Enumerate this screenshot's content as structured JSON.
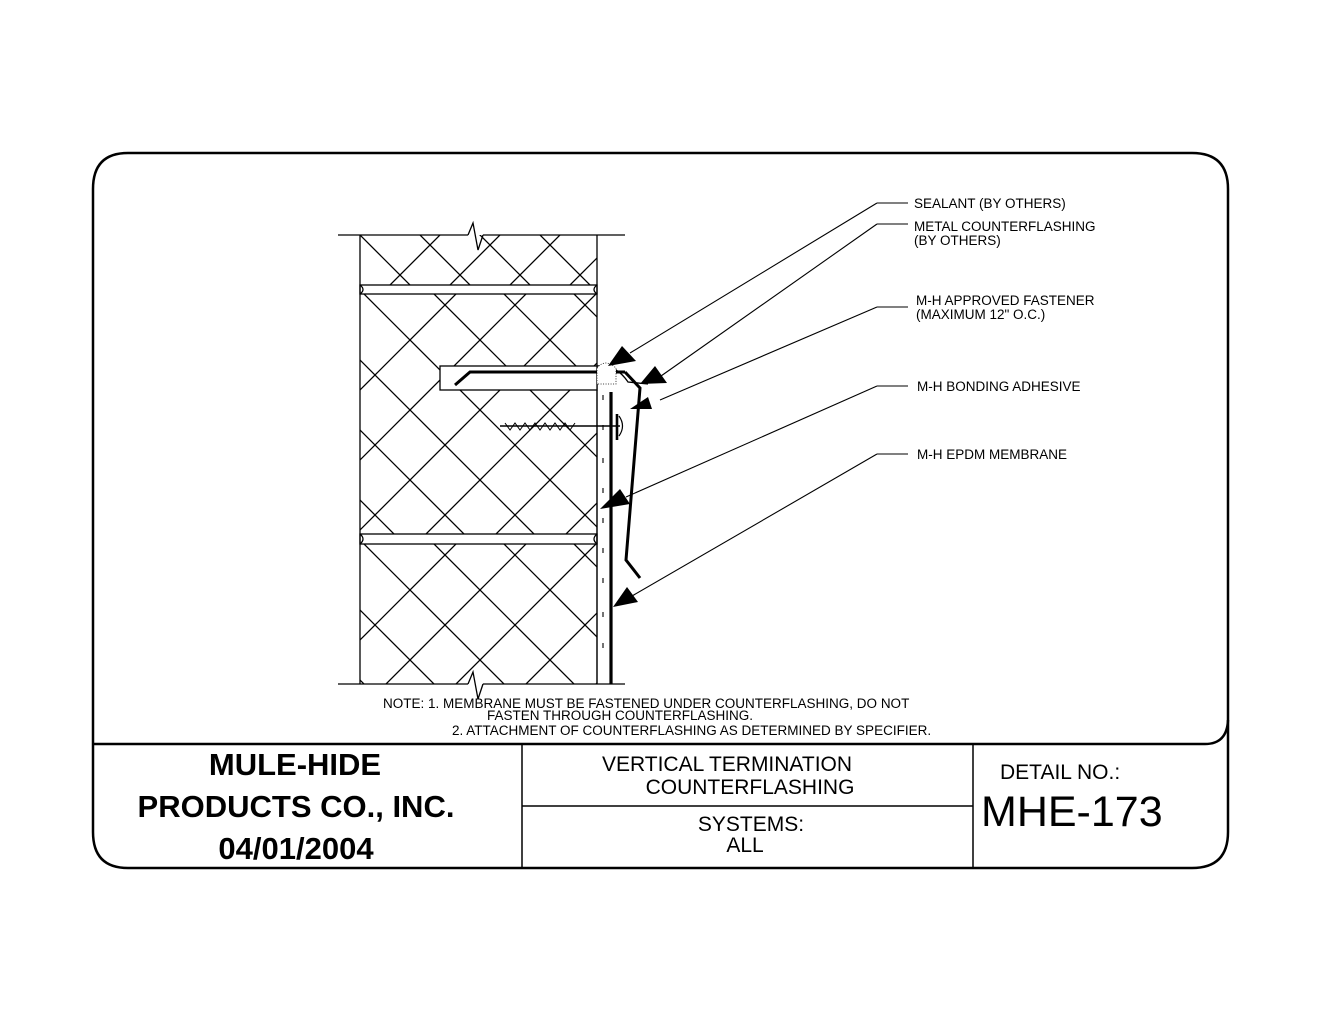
{
  "callouts": [
    {
      "text": "SEALANT (BY OTHERS)"
    },
    {
      "text": "METAL COUNTERFLASHING"
    },
    {
      "text": "(BY OTHERS)"
    },
    {
      "text": "M-H APPROVED FASTENER"
    },
    {
      "text": "(MAXIMUM 12\" O.C.)"
    },
    {
      "text": "M-H BONDING ADHESIVE"
    },
    {
      "text": "M-H EPDM MEMBRANE"
    }
  ],
  "notes": {
    "line1": "NOTE: 1. MEMBRANE MUST BE FASTENED UNDER COUNTERFLASHING, DO NOT",
    "line2": "FASTEN THROUGH COUNTERFLASHING.",
    "line3": "2. ATTACHMENT OF COUNTERFLASHING AS DETERMINED BY SPECIFIER."
  },
  "title_block": {
    "company_line1": "MULE-HIDE",
    "company_line2": "PRODUCTS CO., INC.",
    "date": "04/01/2004",
    "title_line1": "VERTICAL TERMINATION",
    "title_line2": "COUNTERFLASHING",
    "systems_label": "SYSTEMS:",
    "systems_value": "ALL",
    "detail_label": "DETAIL NO.:",
    "detail_number": "MHE-173"
  }
}
